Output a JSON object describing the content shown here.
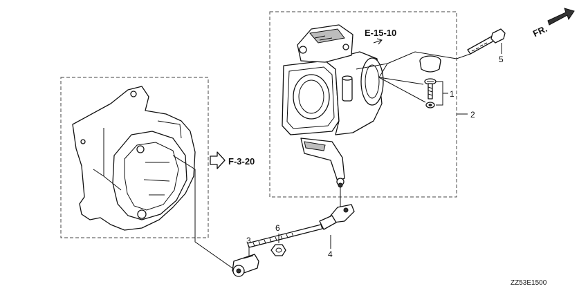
{
  "diagram": {
    "drawing_code": "ZZ53E1500",
    "front_indicator": "FR.",
    "refs": {
      "engine_ref": "E-15-10",
      "frame_ref": "F-3-20"
    },
    "callouts": {
      "p1": "1",
      "p2": "2",
      "p3": "3",
      "p4": "4",
      "p5": "5",
      "p6": "6"
    }
  }
}
